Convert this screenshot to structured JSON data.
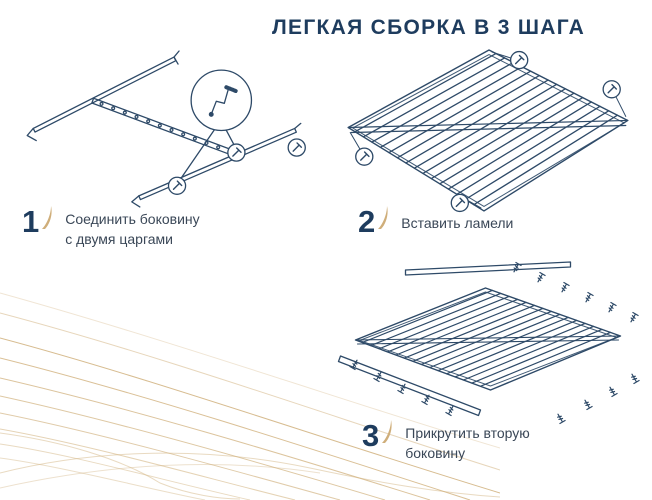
{
  "page": {
    "title": "ЛЕГКАЯ СБОРКА В 3 ШАГА",
    "background": "#ffffff"
  },
  "colors": {
    "heading_navy": "#1e3c5e",
    "drawing_line": "#2e4a68",
    "caption_text": "#3a4757",
    "accent_gold": "#cfae7a"
  },
  "steps": [
    {
      "number": "1",
      "label": "Соединить боковину\nс двумя царгами"
    },
    {
      "number": "2",
      "label": "Вставить ламели"
    },
    {
      "number": "3",
      "label": "Прикрутить вторую\nбоковину"
    }
  ],
  "icons": {
    "step_accent": "gold-leaf-swoosh-icon",
    "circled_screw": "screw-in-circle-icon",
    "screw": "screw-icon",
    "crank": "assembly-crank-icon",
    "illustrations": [
      "side-rail-assembly-drawing",
      "slatted-base-drawing",
      "screw-mounting-drawing"
    ],
    "decor": "gold-wave-lines"
  }
}
